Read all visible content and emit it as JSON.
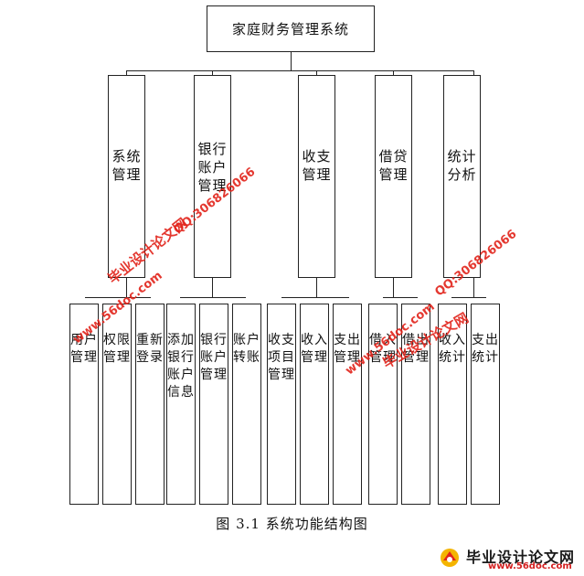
{
  "diagram": {
    "root": "家庭财务管理系统",
    "modules": [
      {
        "label": "系统管理",
        "children": [
          "用户管理",
          "权限管理",
          "重新登录"
        ]
      },
      {
        "label": "银行账户管理",
        "children": [
          "添加银行账户信息",
          "银行账户管理",
          "账户转账"
        ]
      },
      {
        "label": "收支管理",
        "children": [
          "收支项目管理",
          "收入管理",
          "支出管理"
        ]
      },
      {
        "label": "借贷管理",
        "children": [
          "借入管理",
          "借出管理"
        ]
      },
      {
        "label": "统计分析",
        "children": [
          "收入统计",
          "支出统计"
        ]
      }
    ],
    "caption": "图 3.1  系统功能结构图"
  },
  "watermarks": {
    "site_cn": "毕业设计论文网",
    "site_url": "www.56doc.com",
    "qq": "QQ:306826066"
  },
  "logo": {
    "title": "毕业设计论文网",
    "url": "www.56doc.com"
  },
  "colors": {
    "line": "#222222",
    "watermark": "#e2231a"
  }
}
